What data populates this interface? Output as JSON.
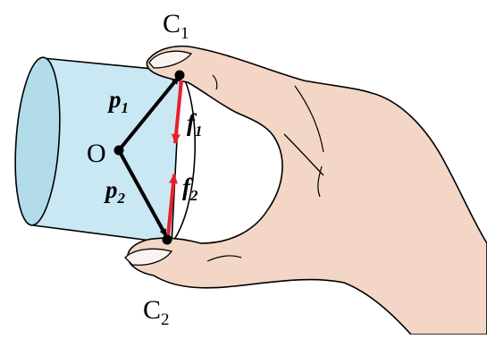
{
  "labels": {
    "contact_top": {
      "base": "C",
      "sub": "1"
    },
    "contact_bottom": {
      "base": "C",
      "sub": "2"
    },
    "origin": "O",
    "position_top": {
      "base": "p",
      "sub": "1"
    },
    "position_bottom": {
      "base": "p",
      "sub": "2"
    },
    "force_top": {
      "base": "f",
      "sub": "1"
    },
    "force_bottom": {
      "base": "f",
      "sub": "2"
    }
  },
  "colors": {
    "cylinder_fill": "#c9e8f3",
    "cylinder_end": "#b3dcea",
    "outline": "#000000",
    "skin": "#f3d6c5",
    "nail": "#f9f4f0",
    "position_vector": "#000000",
    "force_vector": "#e8202a"
  },
  "icons": {
    "cylinder": "cylinder-shape",
    "hand": "hand-illustration"
  }
}
